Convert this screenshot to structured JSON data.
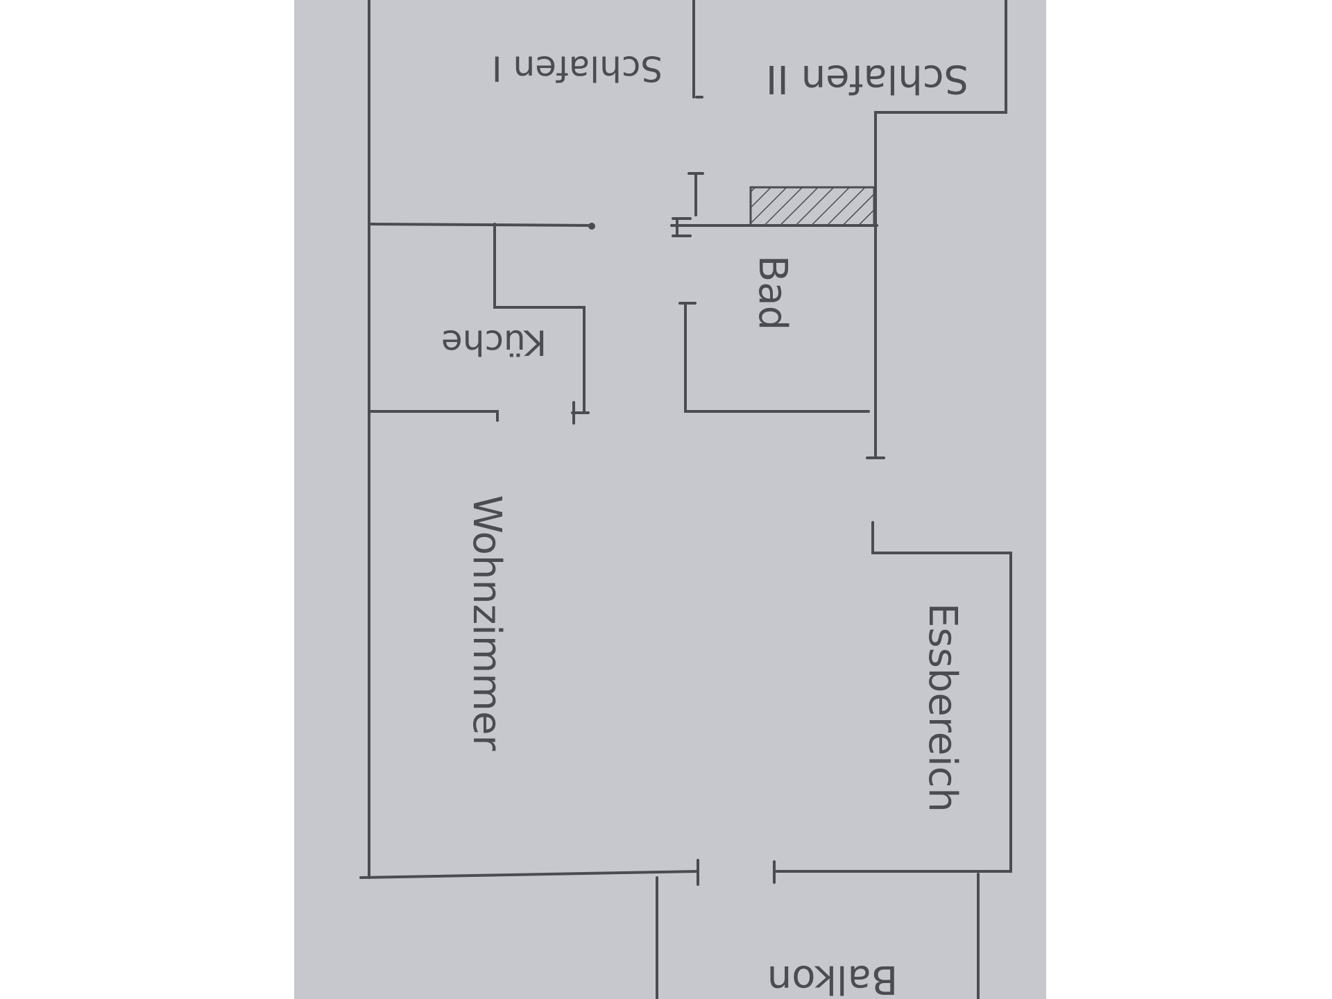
{
  "image": {
    "paper_color": "#c6c8cd",
    "background_color": "#ffffff",
    "line_color": "#4a4c52"
  },
  "rooms": {
    "schlafen_1": "Schlafen I",
    "schlafen_2": "Schlafen II",
    "kueche": "Küche",
    "bad": "Bad",
    "wohnzimmer": "Wohnzimmer",
    "essbereich": "Essbereich",
    "balkon": "Balkon"
  }
}
